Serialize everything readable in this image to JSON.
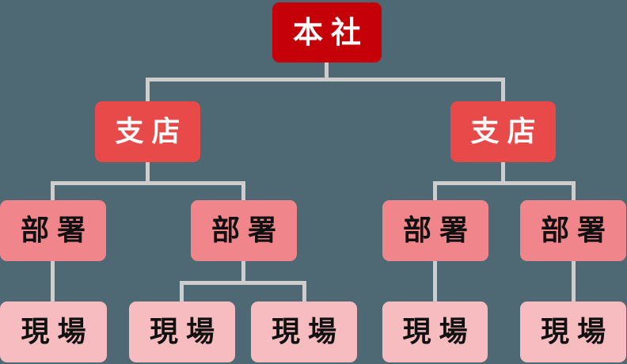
{
  "diagram": {
    "type": "org-chart",
    "description": "Organization hierarchy: head office, branches, departments, field sites",
    "tree": {
      "label": "本社",
      "level": "headquarters",
      "children": [
        {
          "label": "支店",
          "level": "branch",
          "children": [
            {
              "label": "部署",
              "level": "department",
              "children": [
                {
                  "label": "現場",
                  "level": "site",
                  "children": []
                }
              ]
            },
            {
              "label": "部署",
              "level": "department",
              "children": [
                {
                  "label": "現場",
                  "level": "site",
                  "children": []
                },
                {
                  "label": "現場",
                  "level": "site",
                  "children": []
                }
              ]
            }
          ]
        },
        {
          "label": "支店",
          "level": "branch",
          "children": [
            {
              "label": "部署",
              "level": "department",
              "children": [
                {
                  "label": "現場",
                  "level": "site",
                  "children": []
                }
              ]
            },
            {
              "label": "部署",
              "level": "department",
              "children": [
                {
                  "label": "現場",
                  "level": "site",
                  "children": []
                }
              ]
            }
          ]
        }
      ]
    },
    "node_counts": {
      "headquarters": 1,
      "branch": 2,
      "department": 4,
      "site": 5
    }
  },
  "colors": {
    "background": "#4e6973",
    "connector": "#cdcdcd",
    "headquarters_fill": "#c50008",
    "headquarters_text": "#ffffff",
    "branch_fill": "#e84949",
    "branch_text": "#ffffff",
    "department_fill": "#f0868b",
    "department_text": "#111111",
    "site_fill": "#f7bcbf",
    "site_text": "#111111"
  }
}
